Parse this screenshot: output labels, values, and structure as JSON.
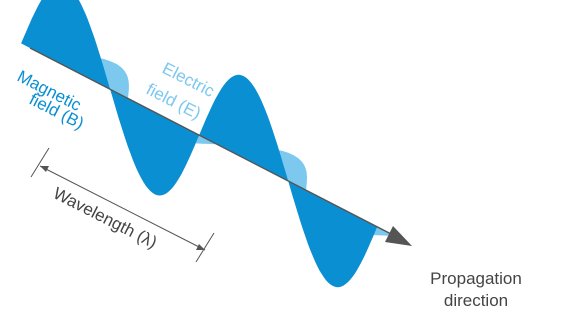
{
  "labels": {
    "electric_line1": "Electric",
    "electric_line2": "field (E)",
    "magnetic_line1": "Magnetic",
    "magnetic_line2": "field (B)",
    "wavelength": "Wavelength (λ)",
    "propagation_line1": "Propagation",
    "propagation_line2": "direction"
  },
  "colors": {
    "magnetic_field": "#0a8fd2",
    "electric_field": "#7cc8ef",
    "axis": "#555555",
    "magnetic_text": "#0a8fd2",
    "electric_text": "#7cc8ef",
    "dark_text": "#444444"
  },
  "icons": {
    "propagation_arrowhead": "arrowhead-icon",
    "wavelength_arrows": "double-arrow-icon"
  }
}
